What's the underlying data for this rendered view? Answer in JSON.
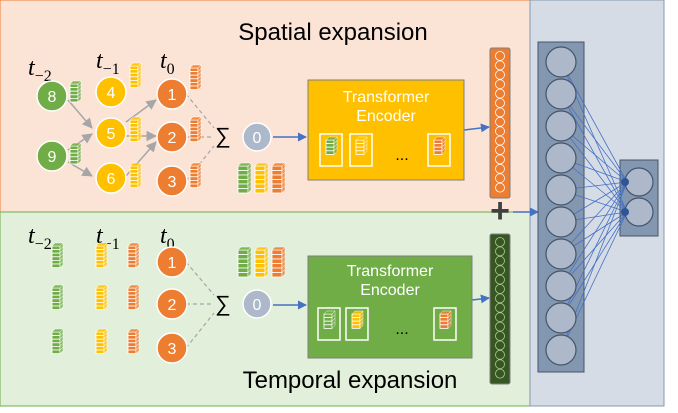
{
  "spatial_section": {
    "title": "Spatial expansion",
    "time_labels": {
      "t_minus_2": "t",
      "t_minus_2_sub": "−2",
      "t_minus_1": "t",
      "t_minus_1_sub": "−1",
      "t_0": "t",
      "t_0_sub": "0"
    },
    "nodes": {
      "n8": "8",
      "n9": "9",
      "n4": "4",
      "n5": "5",
      "n6": "6",
      "n1": "1",
      "n2": "2",
      "n3": "3",
      "sum": "0"
    },
    "sum_symbol": "∑",
    "encoder_title_line1": "Transformer",
    "encoder_title_line2": "Encoder",
    "ellipsis": "...",
    "box_fill": "#ffc000"
  },
  "temporal_section": {
    "title": "Temporal expansion",
    "time_labels": {
      "t_minus_2": "t",
      "t_minus_2_sub": "−2",
      "t_minus_1": "t",
      "t_minus_1_sub": "−1",
      "t_0": "t",
      "t_0_sub": "0"
    },
    "nodes": {
      "n1": "1",
      "n2": "2",
      "n3": "3",
      "sum": "0"
    },
    "sum_symbol": "∑",
    "encoder_title_line1": "Transformer",
    "encoder_title_line2": "Encoder",
    "ellipsis": "...",
    "box_fill": "#70ad47"
  },
  "combine_symbol": "+",
  "colors": {
    "spatial_bg": "#fbe4d6",
    "temporal_bg": "#e2efda",
    "right_panel_bg": "#d6dce5",
    "green": "#70ad47",
    "yellow": "#ffc000",
    "orange": "#ed7d31",
    "sum_node": "#adb9ca",
    "network_node": "#adb9ca",
    "network_line": "#4472c4"
  }
}
